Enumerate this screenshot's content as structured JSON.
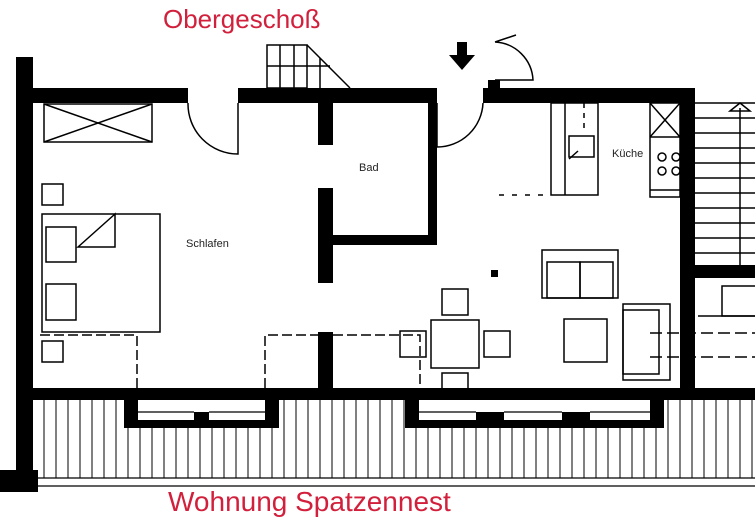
{
  "titles": {
    "top": "Obergeschoß",
    "bottom": "Wohnung Spatzennest"
  },
  "rooms": {
    "bath": "Bad",
    "bedroom": "Schlafen",
    "kitchen": "Küche"
  },
  "colors": {
    "title": "#d2203c",
    "walls": "#000000"
  },
  "icons": {
    "entrance": "entrance-arrow-icon"
  }
}
